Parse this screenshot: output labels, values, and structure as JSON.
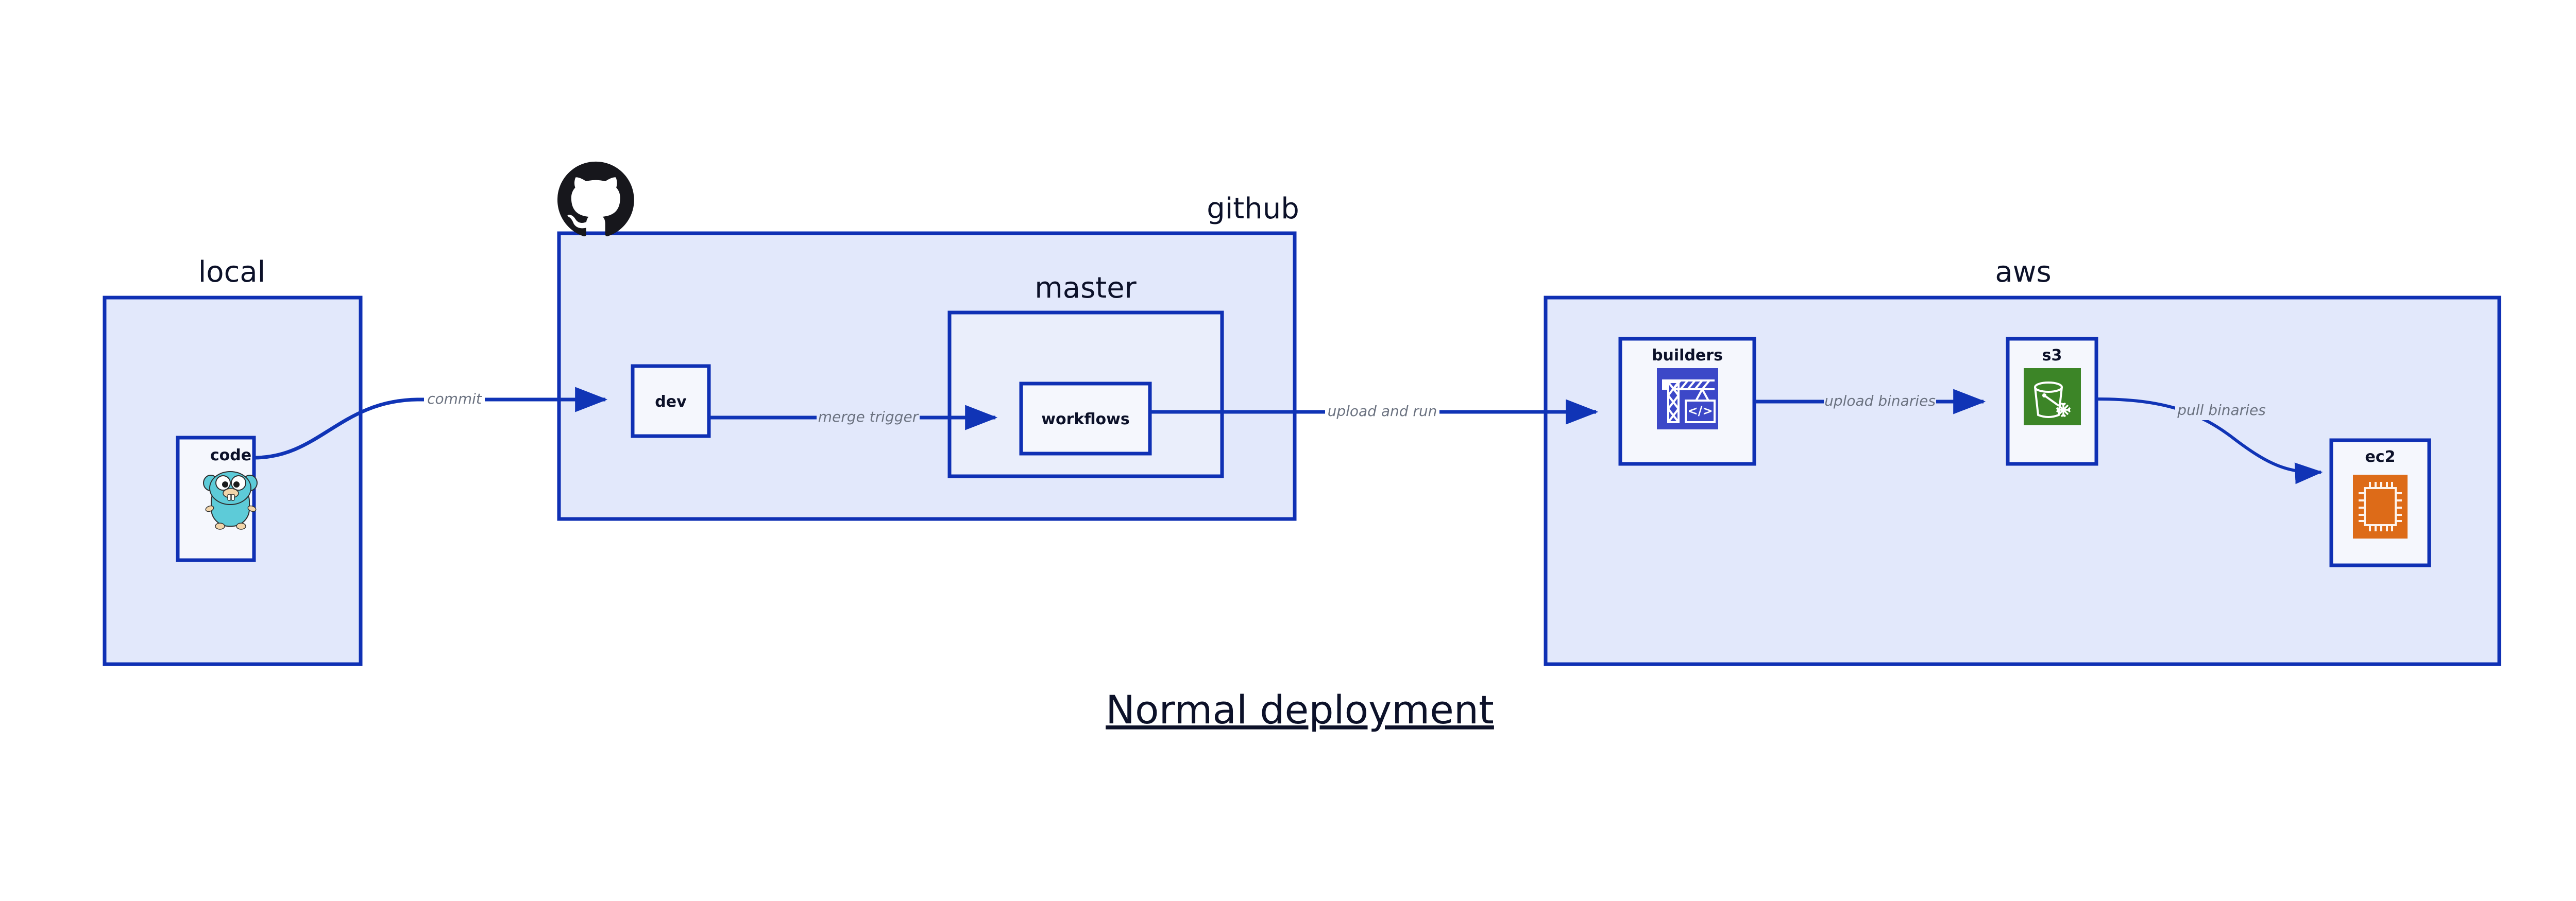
{
  "diagram": {
    "caption": "Normal deployment",
    "background": "#ffffff",
    "accent_color": "#0f30b4",
    "group_fill": "#e2e8fb",
    "node_fill": "#eaeefb",
    "label_color": "#6b7280"
  },
  "groups": [
    {
      "id": "local",
      "label": "local"
    },
    {
      "id": "github",
      "label": "github"
    },
    {
      "id": "master",
      "label": "master"
    },
    {
      "id": "aws",
      "label": "aws"
    }
  ],
  "nodes": [
    {
      "id": "code",
      "label": "code",
      "icon": "go-gopher-icon"
    },
    {
      "id": "dev",
      "label": "dev",
      "icon": "none"
    },
    {
      "id": "workflows",
      "label": "workflows",
      "icon": "none"
    },
    {
      "id": "builders",
      "label": "builders",
      "icon": "aws-builders-crane-icon"
    },
    {
      "id": "s3",
      "label": "s3",
      "icon": "aws-s3-bucket-icon"
    },
    {
      "id": "ec2",
      "label": "ec2",
      "icon": "aws-ec2-chip-icon"
    }
  ],
  "edges": [
    {
      "id": "code-to-dev",
      "label": "commit",
      "from": "code",
      "to": "dev"
    },
    {
      "id": "dev-to-workflows",
      "label": "merge trigger",
      "from": "dev",
      "to": "workflows"
    },
    {
      "id": "workflows-to-builders",
      "label": "upload and run",
      "from": "workflows",
      "to": "builders"
    },
    {
      "id": "builders-to-s3",
      "label": "upload binaries",
      "from": "builders",
      "to": "s3"
    },
    {
      "id": "s3-to-ec2",
      "label": "pull binaries",
      "from": "s3",
      "to": "ec2"
    }
  ],
  "icons": {
    "github_logo": "github-octocat-icon",
    "gopher_body_color": "#5dcbd8",
    "builders_bg": "#3c48c8",
    "s3_bg": "#3c8527",
    "ec2_bg": "#dd6b18"
  }
}
